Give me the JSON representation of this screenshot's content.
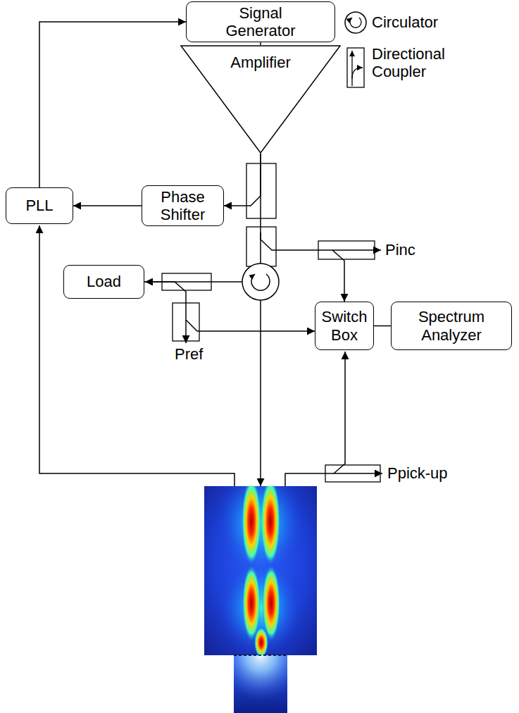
{
  "diagram": {
    "nodes": [
      {
        "text": [
          "Signal Generator"
        ]
      },
      {
        "text": [
          "Amplifier"
        ]
      },
      {
        "text": [
          "PLL"
        ]
      },
      {
        "text": [
          "Phase Shifter"
        ]
      },
      {
        "text": [
          "Switch Box"
        ]
      },
      {
        "text": [
          "Spectrum Analyzer"
        ]
      },
      {
        "text": [
          "Load"
        ]
      }
    ],
    "edges": [
      {
        "from": 0,
        "to": 1,
        "arrow": "none"
      },
      {
        "from": 2,
        "to": 0,
        "arrow": "to"
      },
      {
        "from": 3,
        "to": 2,
        "arrow": "to"
      },
      {
        "from": 1,
        "to": 3,
        "arrow": "to"
      },
      {
        "from": 1,
        "to": 4,
        "arrow": "to"
      },
      {
        "from": 6,
        "to": 4,
        "arrow": "to"
      },
      {
        "from": 4,
        "to": 5,
        "arrow": "none"
      }
    ],
    "labels": [
      "Pinc",
      "Pref",
      "Ppick-up"
    ],
    "legend": [
      {
        "text": "Circulator"
      },
      {
        "text": "Directional Coupler"
      }
    ]
  }
}
